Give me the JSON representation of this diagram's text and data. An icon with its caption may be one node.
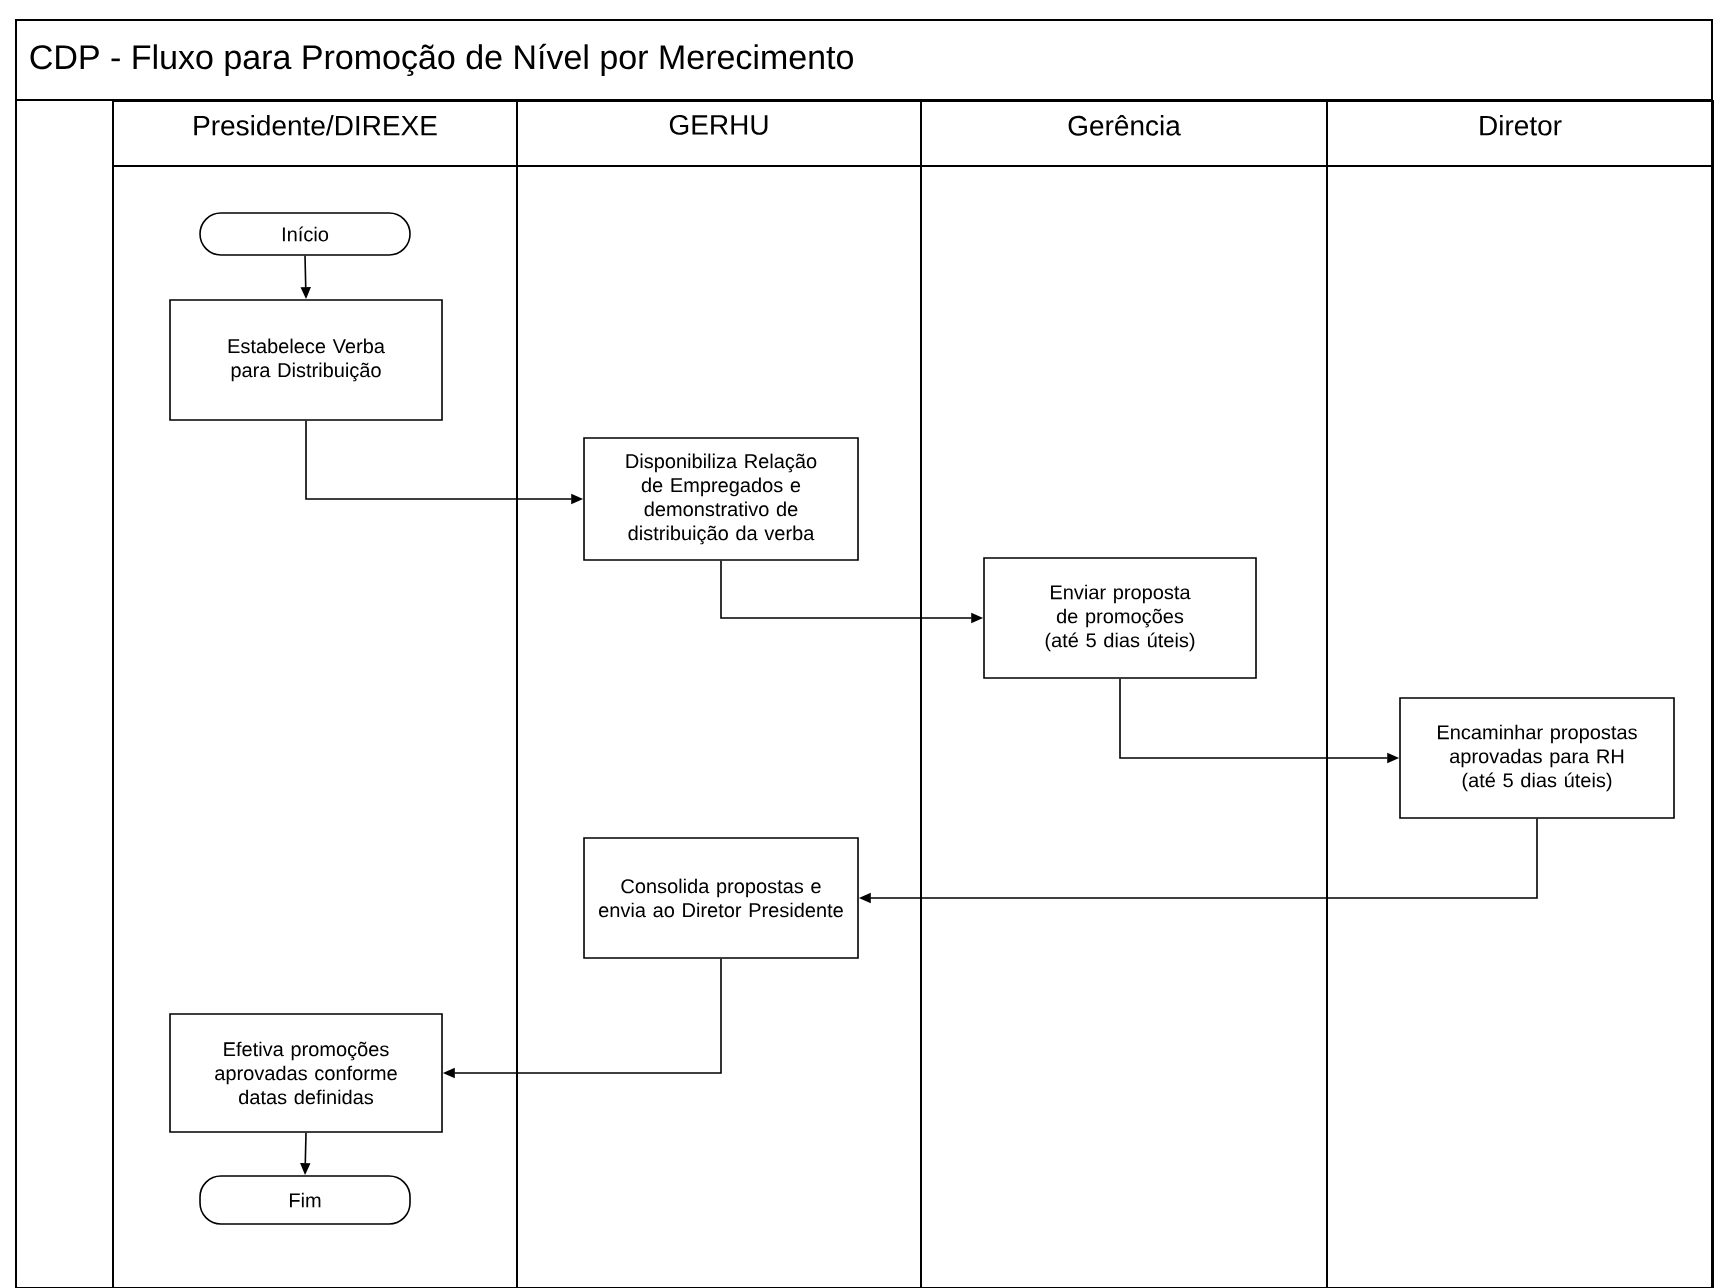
{
  "diagram": {
    "title": "CDP - Fluxo para Promoção de Nível por Merecimento",
    "nodes": [
      {
        "text": [
          "Presidente/DIREXE"
        ]
      },
      {
        "text": [
          "GERHU"
        ]
      },
      {
        "text": [
          "Gerência"
        ]
      },
      {
        "text": [
          "Diretor"
        ]
      },
      {
        "text": [
          "Início"
        ],
        "in": 0
      },
      {
        "text": [
          "Estabelece Verba para Distribuição"
        ],
        "in": 0
      },
      {
        "text": [
          "Disponibiliza Relação de Empregados e demonstrativo de distribuição da verba"
        ],
        "in": 1
      },
      {
        "text": [
          "Enviar proposta de promoções (até 5 dias úteis)"
        ],
        "in": 2
      },
      {
        "text": [
          "Encaminhar propostas aprovadas para RH (até 5 dias úteis)"
        ],
        "in": 3
      },
      {
        "text": [
          "Consolida propostas e envia ao Diretor Presidente"
        ],
        "in": 1
      },
      {
        "text": [
          "Efetiva promoções aprovadas conforme datas definidas"
        ],
        "in": 0
      },
      {
        "text": [
          "Fim"
        ],
        "in": 0
      }
    ],
    "edges": [
      {
        "from": 4,
        "to": 5,
        "arrow": "to"
      },
      {
        "from": 5,
        "to": 6,
        "arrow": "to"
      },
      {
        "from": 6,
        "to": 7,
        "arrow": "to"
      },
      {
        "from": 7,
        "to": 8,
        "arrow": "to"
      },
      {
        "from": 8,
        "to": 9,
        "arrow": "to"
      },
      {
        "from": 9,
        "to": 10,
        "arrow": "to"
      },
      {
        "from": 10,
        "to": 11,
        "arrow": "to"
      }
    ]
  }
}
